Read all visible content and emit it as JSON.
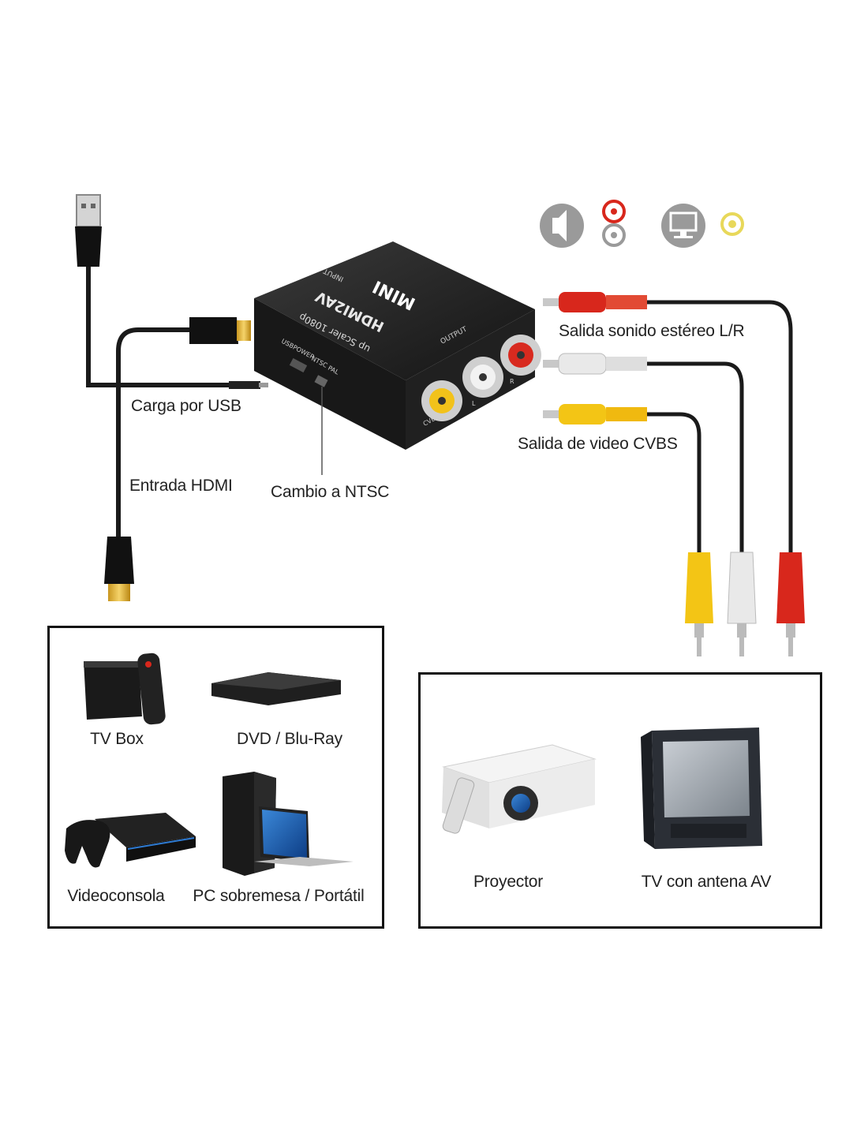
{
  "device": {
    "brand": "MINI",
    "model": "HDMI2AV",
    "subtitle": "up Scaler 1080p",
    "port_input": "INPUT",
    "port_output": "OUTPUT",
    "port_usbpower": "USBPOWER",
    "switch_ntsc": "NTSC",
    "switch_pal": "PAL",
    "jack_cvbs": "CVBS",
    "jack_l": "L",
    "jack_r": "R"
  },
  "callouts": {
    "audio_out": "Salida sonido estéreo L/R",
    "video_out": "Salida de video CVBS",
    "usb_charge": "Carga por USB",
    "hdmi_in": "Entrada HDMI",
    "ntsc_switch": "Cambio a NTSC"
  },
  "icons": {
    "audio": "speaker-icon",
    "monitor": "monitor-icon",
    "rca_red": "rca-red-icon",
    "rca_white": "rca-white-icon",
    "rca_yellow": "rca-yellow-icon"
  },
  "sources": {
    "items": [
      {
        "label": "TV Box"
      },
      {
        "label": "DVD / Blu-Ray"
      },
      {
        "label": "Videoconsola"
      },
      {
        "label": "PC sobremesa / Portátil"
      }
    ]
  },
  "outputs": {
    "items": [
      {
        "label": "Proyector"
      },
      {
        "label": "TV con antena AV"
      }
    ]
  },
  "colors": {
    "cable_red": "#d8271c",
    "cable_white": "#e9e9e9",
    "cable_yellow": "#f3c515",
    "connector_gold": "#e0b53a",
    "device_body": "#1c1c1c"
  }
}
